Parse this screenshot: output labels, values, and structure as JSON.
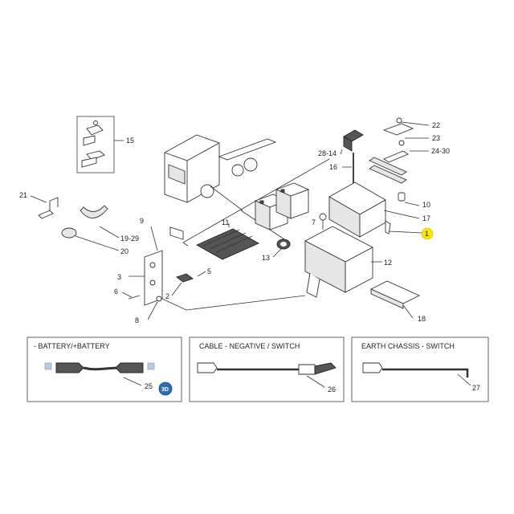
{
  "callouts": {
    "c1": "1",
    "c2": "2",
    "c3": "3",
    "c5": "5",
    "c6": "6",
    "c7": "7",
    "c8": "8",
    "c9": "9",
    "c10": "10",
    "c11": "11",
    "c12": "12",
    "c13": "13",
    "c15": "15",
    "c16": "16",
    "c17": "17",
    "c18": "18",
    "c20": "20",
    "c21": "21",
    "c22": "22",
    "c23": "23",
    "c25": "25",
    "c26": "26",
    "c27": "27",
    "c1929": "19-29",
    "c2814": "28-14",
    "c2430": "24-30"
  },
  "panels": {
    "battery_title": "- BATTERY/+BATTERY",
    "cable_title": "CABLE - NEGATIVE / SWITCH",
    "earth_title": "EARTH CHASSIS - SWITCH"
  },
  "badge": {
    "label": "3D"
  },
  "colors": {
    "highlight": "#ffe600",
    "badge": "#2a6db5"
  }
}
